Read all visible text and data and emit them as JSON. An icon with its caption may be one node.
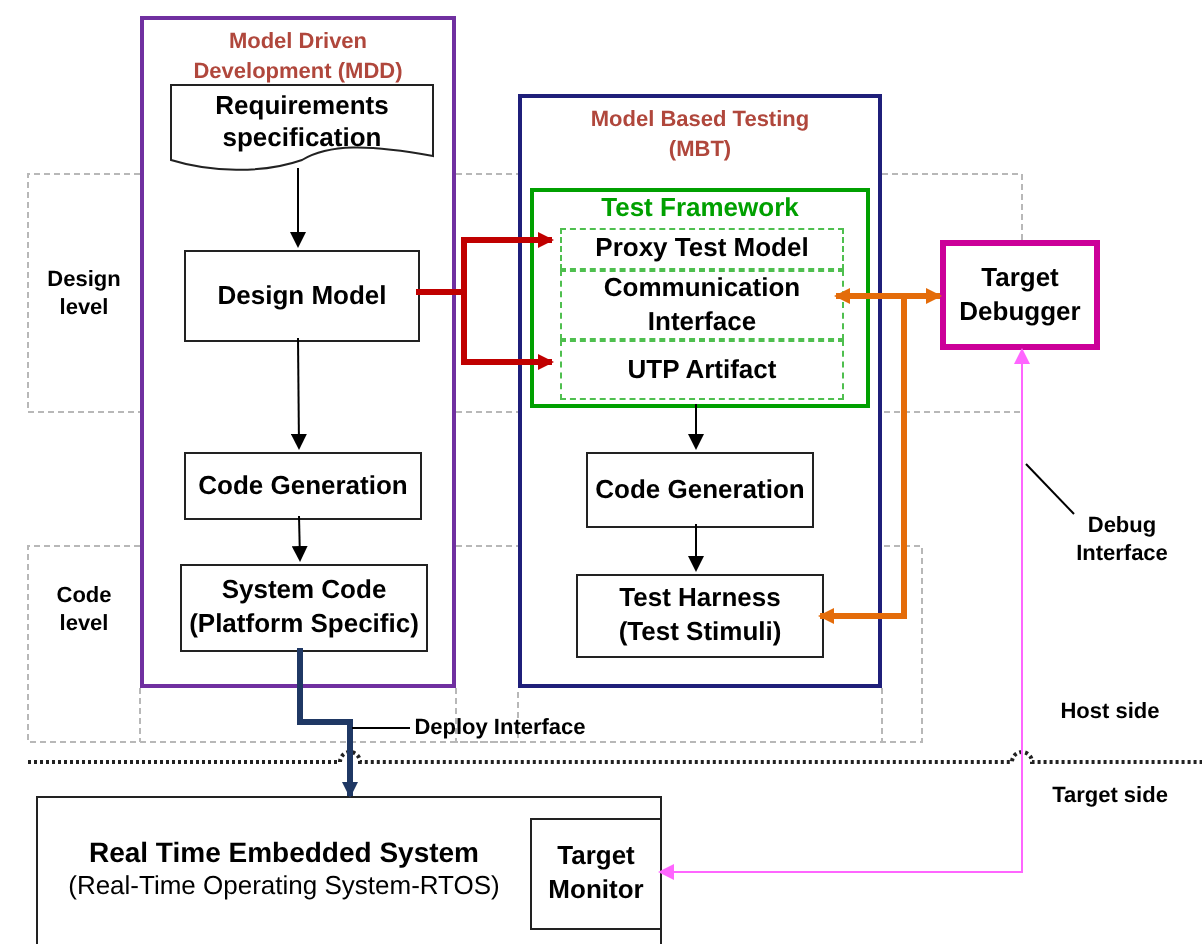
{
  "diagram": {
    "nodes": [
      {
        "text": [
          "Model Driven Development (MDD)"
        ]
      },
      {
        "text": [
          "Requirements specification"
        ],
        "in": 0
      },
      {
        "text": [
          "Design Model"
        ],
        "in": 0
      },
      {
        "text": [
          "Code Generation"
        ],
        "in": 0
      },
      {
        "text": [
          "System Code (Platform Specific)"
        ],
        "in": 0
      },
      {
        "text": [
          "Model Based Testing (MBT)"
        ]
      },
      {
        "text": [
          "Test Framework"
        ],
        "in": 5
      },
      {
        "text": [
          "Proxy Test Model"
        ],
        "in": 6
      },
      {
        "text": [
          "Communication Interface"
        ],
        "in": 6
      },
      {
        "text": [
          "UTP Artifact"
        ],
        "in": 6
      },
      {
        "text": [
          "Code Generation"
        ],
        "in": 5
      },
      {
        "text": [
          "Test Harness (Test Stimuli)"
        ],
        "in": 5
      },
      {
        "text": [
          "Target Debugger"
        ]
      },
      {
        "text": [
          "Real Time Embedded System",
          "(Real-Time Operating System-RTOS)"
        ]
      },
      {
        "text": [
          "Target Monitor"
        ],
        "in": 13
      }
    ],
    "edges": [
      {
        "from": 1,
        "to": 2,
        "arrow": "to"
      },
      {
        "from": 2,
        "to": 3,
        "arrow": "to"
      },
      {
        "from": 3,
        "to": 4,
        "arrow": "to"
      },
      {
        "from": 2,
        "to": 7,
        "arrow": "to",
        "style": "thick",
        "color": "#c00000"
      },
      {
        "from": 2,
        "to": 9,
        "arrow": "to",
        "style": "thick",
        "color": "#c00000"
      },
      {
        "from": 6,
        "to": 10,
        "arrow": "to"
      },
      {
        "from": 10,
        "to": 11,
        "arrow": "to"
      },
      {
        "from": 8,
        "to": 12,
        "arrow": "both",
        "style": "thick",
        "color": "#e46c0a"
      },
      {
        "from": 12,
        "to": 11,
        "arrow": "to",
        "style": "thick",
        "color": "#e46c0a"
      },
      {
        "from": 14,
        "to": 12,
        "arrow": "both",
        "label": "Debug Interface",
        "color": "#ff66ff"
      },
      {
        "from": 4,
        "to": 13,
        "arrow": "to",
        "label": "Deploy Interface",
        "style": "thick",
        "color": "#1f3864"
      }
    ],
    "labels": [
      "Design level",
      "Code level",
      "Host side",
      "Target side"
    ]
  }
}
